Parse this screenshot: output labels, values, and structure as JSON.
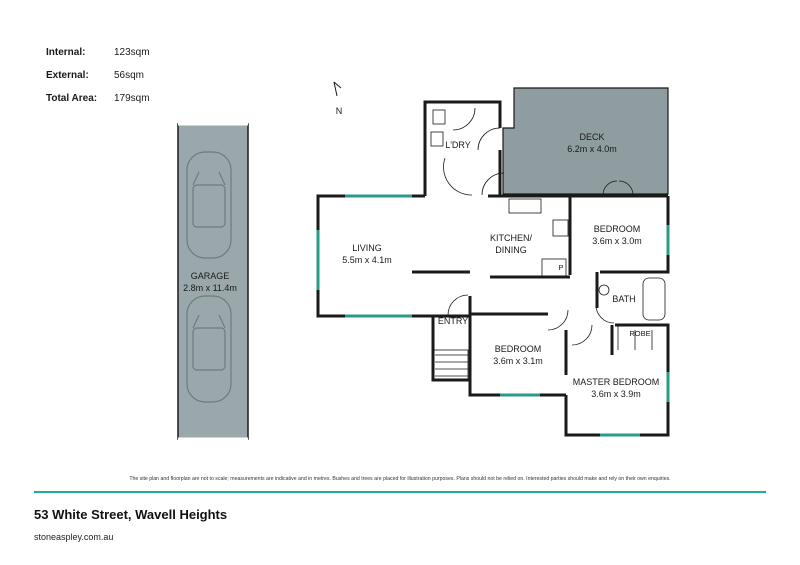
{
  "areas": [
    {
      "label": "Internal:",
      "value": "123sqm"
    },
    {
      "label": "External:",
      "value": "56sqm"
    },
    {
      "label": "Total Area:",
      "value": "179sqm"
    }
  ],
  "north": "N",
  "rooms": {
    "garage": {
      "name": "GARAGE",
      "size": "2.8m x 11.4m"
    },
    "deck": {
      "name": "DECK",
      "size": "6.2m x 4.0m"
    },
    "laundry": {
      "name": "L'DRY"
    },
    "bedroom1": {
      "name": "BEDROOM",
      "size": "3.6m x 3.0m"
    },
    "living": {
      "name": "LIVING",
      "size": "5.5m x 4.1m"
    },
    "kitchen": {
      "name1": "KITCHEN/",
      "name2": "DINING"
    },
    "pantry": {
      "name": "P"
    },
    "bath": {
      "name": "BATH"
    },
    "robe": {
      "name": "ROBE"
    },
    "entry": {
      "name": "ENTRY"
    },
    "bedroom2": {
      "name": "BEDROOM",
      "size": "3.6m x 3.1m"
    },
    "master": {
      "name": "MASTER BEDROOM",
      "size": "3.6m x 3.9m"
    }
  },
  "disclaimer": "The site plan and floorplan are not to scale; measurements are indicative and in metres. Bushes and trees are placed for illustration purposes. Plans should not be relied on. Interested parties should make and rely on their own enquiries.",
  "address": "53 White Street, Wavell Heights",
  "website": "stoneaspley.com.au",
  "colors": {
    "accent": "#21a8a8",
    "wall": "#1a1a1a",
    "deck": "#8f9ca0",
    "garage": "#9aa8ac",
    "window": "#2a9a8a"
  }
}
